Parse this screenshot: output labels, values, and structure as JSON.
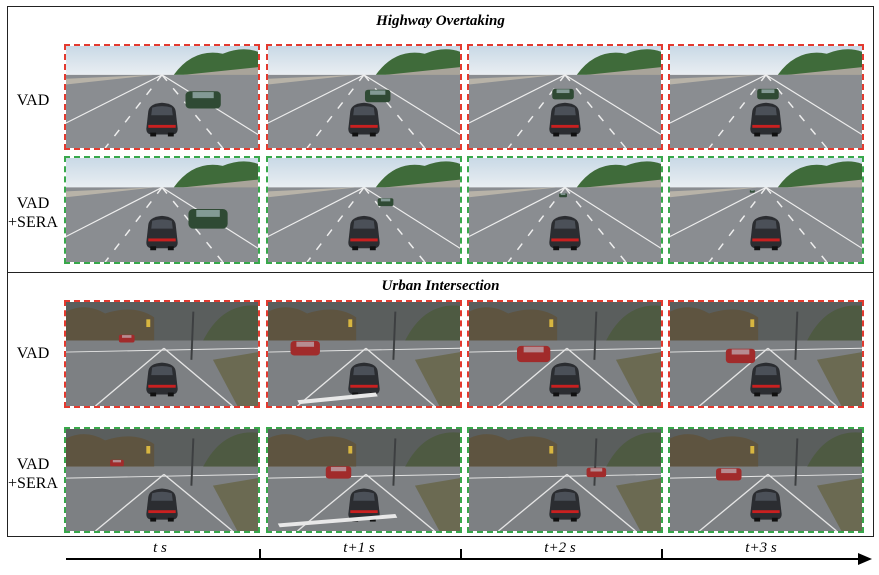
{
  "panels": [
    {
      "title": "Highway Overtaking",
      "rows": [
        {
          "label_lines": [
            "VAD"
          ],
          "outcome": "fail",
          "border_color": "#e33a2f"
        },
        {
          "label_lines": [
            "VAD",
            "+SERA"
          ],
          "outcome": "success",
          "border_color": "#38a84b"
        }
      ]
    },
    {
      "title": "Urban Intersection",
      "rows": [
        {
          "label_lines": [
            "VAD"
          ],
          "outcome": "fail",
          "border_color": "#e33a2f"
        },
        {
          "label_lines": [
            "VAD",
            "+SERA"
          ],
          "outcome": "success",
          "border_color": "#38a84b"
        }
      ]
    }
  ],
  "timeline": {
    "labels": [
      "t s",
      "t+1 s",
      "t+2 s",
      "t+3 s"
    ]
  }
}
